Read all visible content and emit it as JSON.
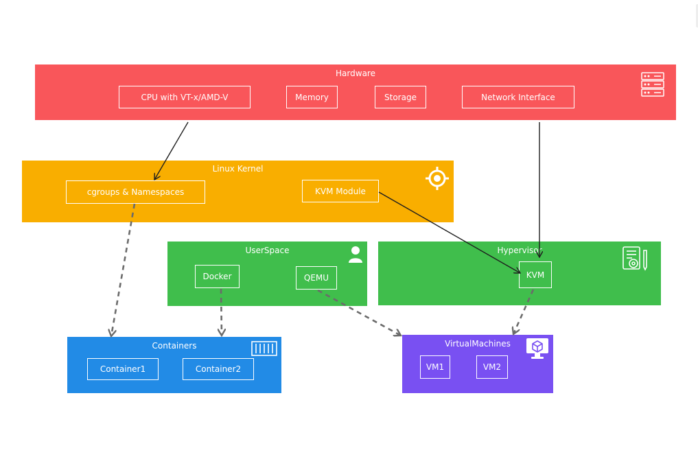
{
  "colors": {
    "hardware": "#f9565a",
    "kernel": "#f9ae00",
    "userspace": "#40be4c",
    "hypervisor": "#40be4c",
    "containers": "#228be6",
    "vms": "#7950f2",
    "arrow_solid": "#1e1e1e",
    "arrow_dashed": "#6b6b6b"
  },
  "groups": {
    "hardware": {
      "title": "Hardware",
      "icon": "server-rack-icon",
      "nodes": [
        "CPU with VT-x/AMD-V",
        "Memory",
        "Storage",
        "Network Interface"
      ]
    },
    "kernel": {
      "title": "Linux Kernel",
      "icon": "crosshair-icon",
      "nodes": [
        "cgroups & Namespaces",
        "KVM Module"
      ]
    },
    "userspace": {
      "title": "UserSpace",
      "icon": "user-icon",
      "nodes": [
        "Docker",
        "QEMU"
      ]
    },
    "hypervisor": {
      "title": "Hypervisor",
      "icon": "document-settings-icon",
      "nodes": [
        "KVM"
      ]
    },
    "containers": {
      "title": "Containers",
      "icon": "shipping-container-icon",
      "nodes": [
        "Container1",
        "Container2"
      ]
    },
    "vms": {
      "title": "VirtualMachines",
      "icon": "monitor-cube-icon",
      "nodes": [
        "VM1",
        "VM2"
      ]
    }
  },
  "edges": [
    {
      "from": "CPU with VT-x/AMD-V",
      "to": "cgroups & Namespaces",
      "style": "solid"
    },
    {
      "from": "Network Interface",
      "to": "KVM",
      "style": "solid"
    },
    {
      "from": "KVM Module",
      "to": "KVM",
      "style": "solid"
    },
    {
      "from": "cgroups & Namespaces",
      "to": "Containers",
      "style": "dashed"
    },
    {
      "from": "Docker",
      "to": "Containers",
      "style": "dashed"
    },
    {
      "from": "QEMU",
      "to": "VirtualMachines",
      "style": "dashed"
    },
    {
      "from": "KVM",
      "to": "VirtualMachines",
      "style": "dashed"
    }
  ]
}
